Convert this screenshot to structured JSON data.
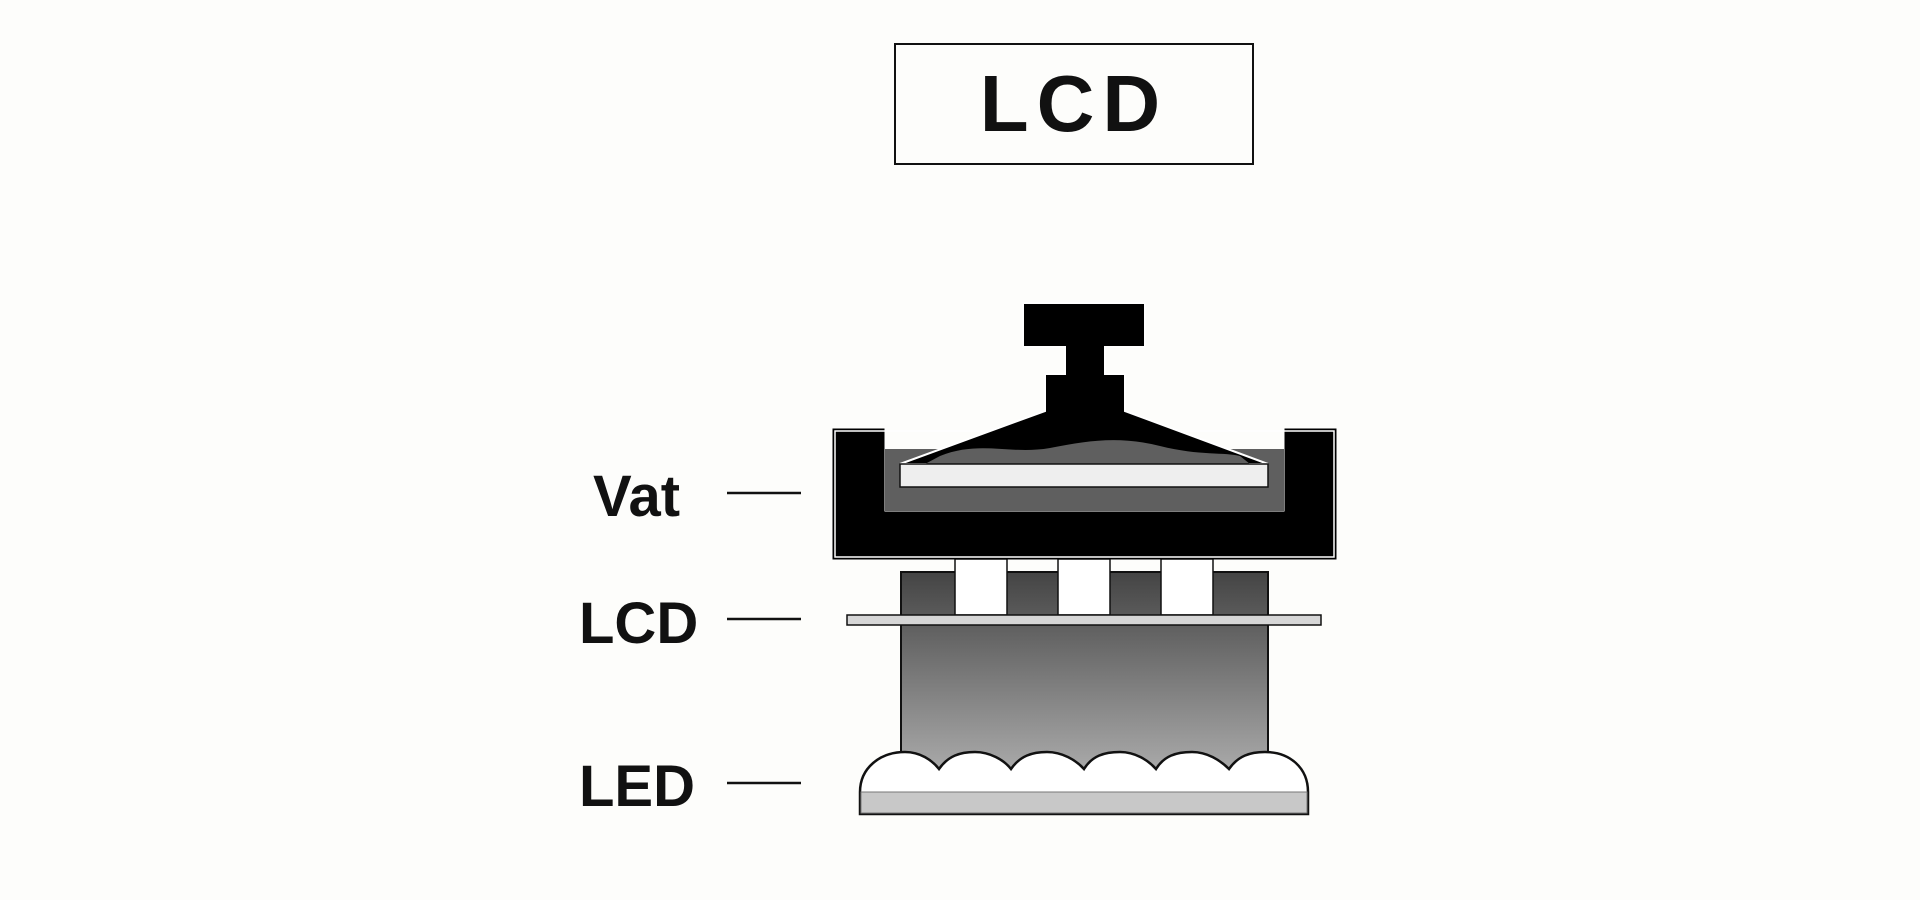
{
  "title": "LCD",
  "labels": {
    "vat": "Vat",
    "lcd": "LCD",
    "led": "LED"
  },
  "colors": {
    "outline": "#000000",
    "resin": "#5f5f5f",
    "build_plate": "#eeeeee",
    "housing_top": "#4a4a4a",
    "housing_bottom": "#a8a8a8",
    "lcd_glass": "#d6d6d6",
    "led_base": "#c8c8c8"
  }
}
